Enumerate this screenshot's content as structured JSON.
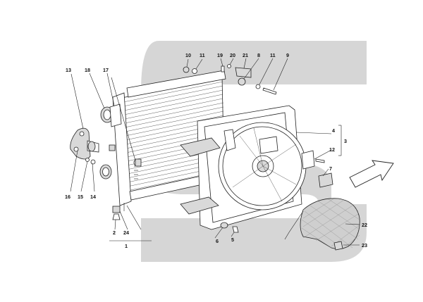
{
  "diagram": {
    "watermark": {
      "color": "#d6d6d6"
    },
    "callouts": [
      {
        "id": "c10",
        "text": "10"
      },
      {
        "id": "c11a",
        "text": "11"
      },
      {
        "id": "c19",
        "text": "19"
      },
      {
        "id": "c20",
        "text": "20"
      },
      {
        "id": "c21",
        "text": "21"
      },
      {
        "id": "c8a",
        "text": "8"
      },
      {
        "id": "c11b",
        "text": "11"
      },
      {
        "id": "c9",
        "text": "9"
      },
      {
        "id": "c13",
        "text": "13"
      },
      {
        "id": "c18",
        "text": "18"
      },
      {
        "id": "c17",
        "text": "17"
      },
      {
        "id": "c4",
        "text": "4"
      },
      {
        "id": "c3",
        "text": "3"
      },
      {
        "id": "c12",
        "text": "12"
      },
      {
        "id": "c7",
        "text": "7"
      },
      {
        "id": "c16",
        "text": "16"
      },
      {
        "id": "c15",
        "text": "15"
      },
      {
        "id": "c14",
        "text": "14"
      },
      {
        "id": "c2",
        "text": "2"
      },
      {
        "id": "c24",
        "text": "24"
      },
      {
        "id": "c1",
        "text": "1"
      },
      {
        "id": "c6",
        "text": "6"
      },
      {
        "id": "c5",
        "text": "5"
      },
      {
        "id": "c22",
        "text": "22"
      },
      {
        "id": "c23",
        "text": "23"
      }
    ],
    "direction_arrow": {
      "icon": "direction-arrow-icon"
    }
  }
}
